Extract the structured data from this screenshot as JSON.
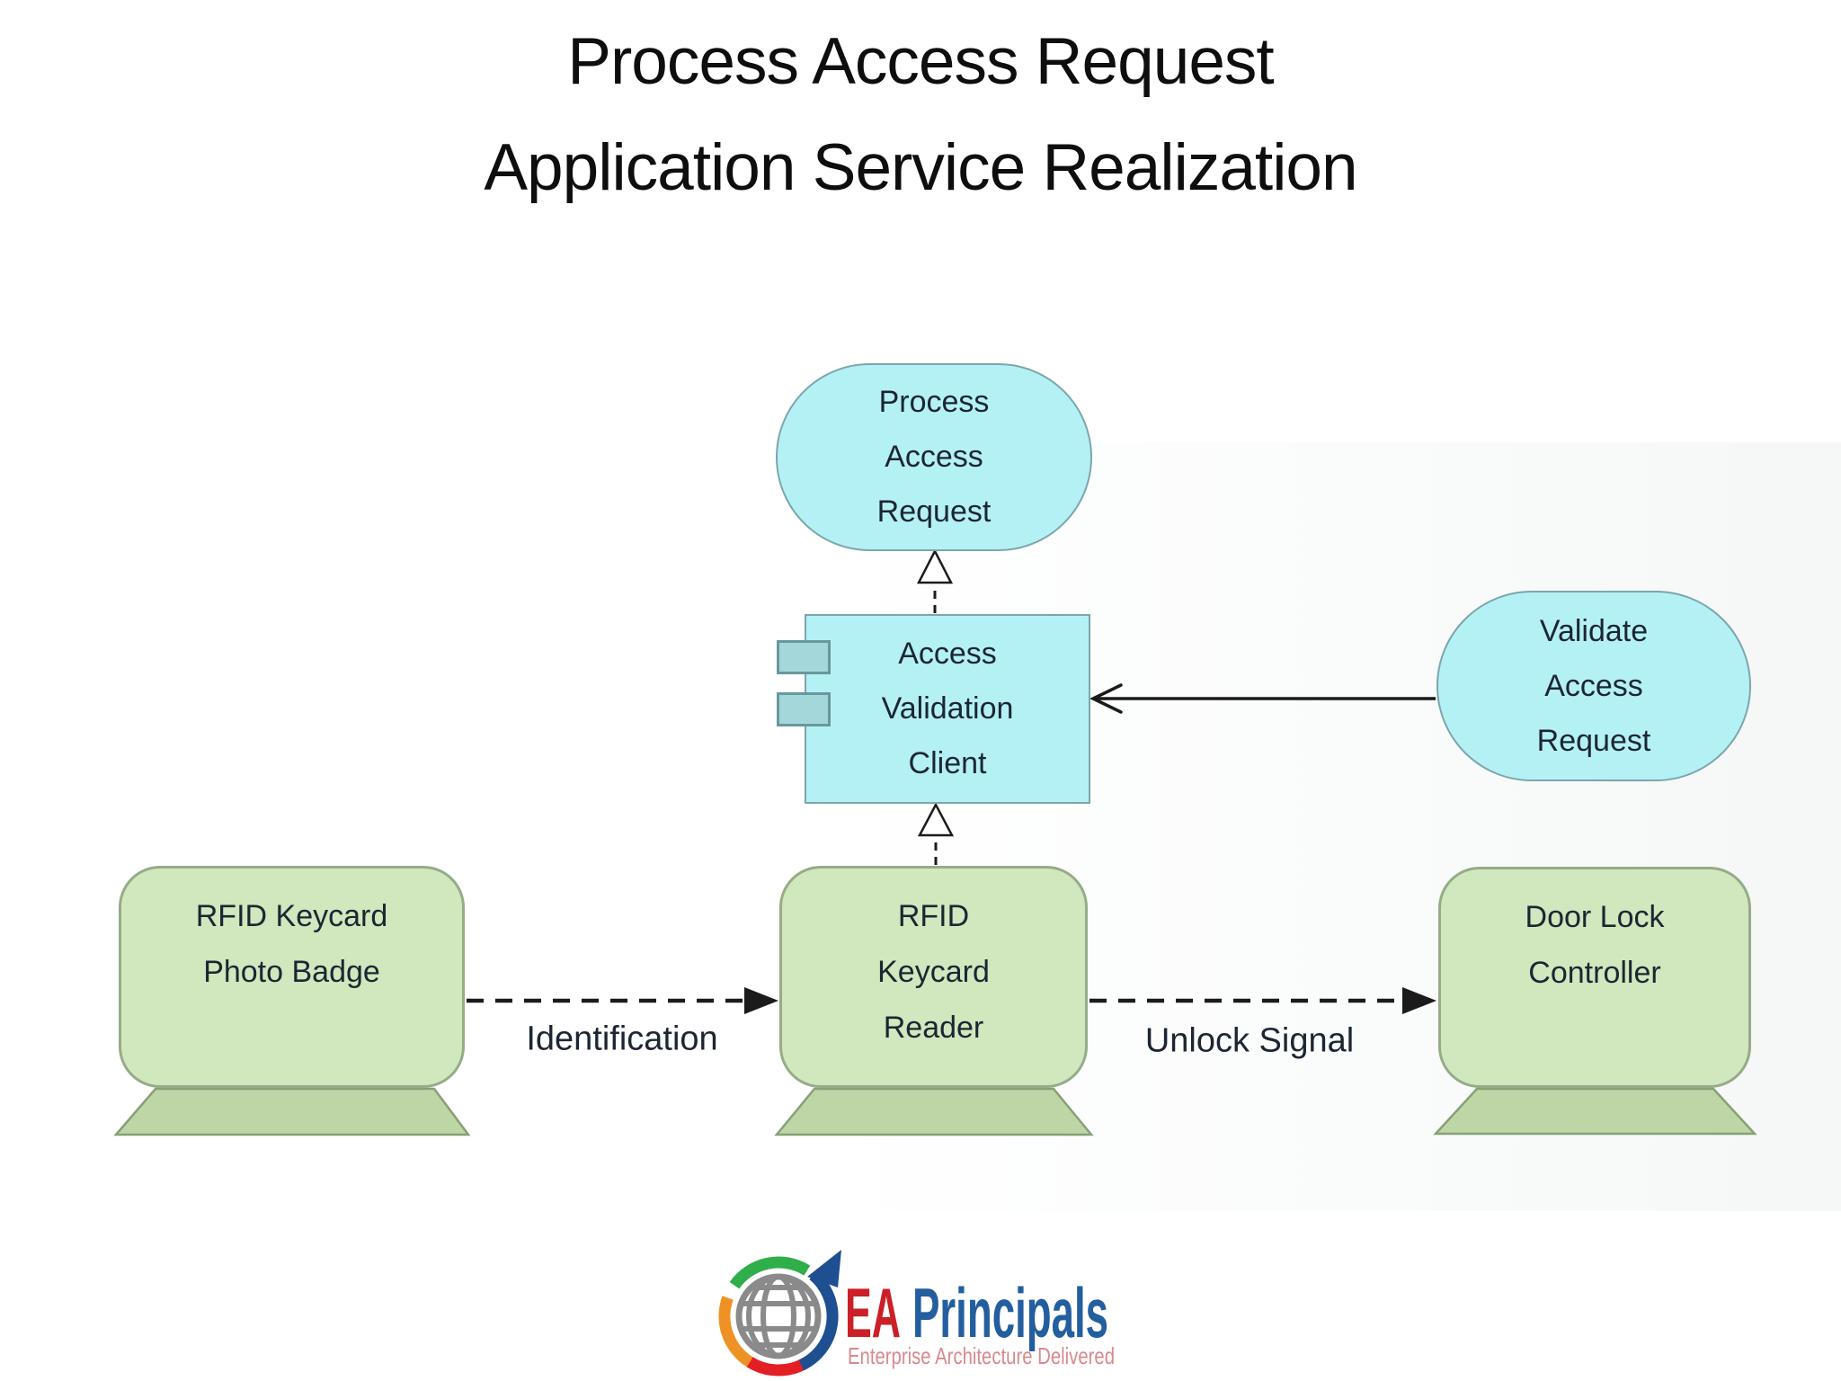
{
  "slide": {
    "title": {
      "line1": "Process Access Request",
      "line2": "Application Service Realization"
    }
  },
  "diagram": {
    "nodes": {
      "process_access_request": {
        "kind": "application-service",
        "line1": "Process",
        "line2": "Access",
        "line3": "Request"
      },
      "access_validation_client": {
        "kind": "application-component",
        "line1": "Access",
        "line2": "Validation",
        "line3": "Client"
      },
      "validate_access_request": {
        "kind": "application-service",
        "line1": "Validate",
        "line2": "Access",
        "line3": "Request"
      },
      "rfid_keycard_photo_badge": {
        "kind": "device",
        "line1": "RFID Keycard",
        "line2": "Photo Badge"
      },
      "rfid_keycard_reader": {
        "kind": "device",
        "line1": "RFID",
        "line2": "Keycard",
        "line3": "Reader"
      },
      "door_lock_controller": {
        "kind": "device",
        "line1": "Door Lock",
        "line2": "Controller"
      }
    },
    "edges": {
      "identification": {
        "label": "Identification",
        "kind": "dashed-flow-arrow"
      },
      "unlock_signal": {
        "label": "Unlock Signal",
        "kind": "dashed-flow-arrow"
      },
      "realization_top": {
        "kind": "realization-hollow-triangle-dashed"
      },
      "realization_bottom": {
        "kind": "realization-hollow-triangle-dashed"
      },
      "serving": {
        "kind": "solid-open-arrow"
      }
    },
    "colors": {
      "service_fill": "#b4f1f5",
      "component_fill": "#b4f1f5",
      "component_port_fill": "#a4d7da",
      "cyan_border": "#7ba6ad",
      "device_fill": "#d1e7bd",
      "device_border": "#96ab87",
      "pedestal_fill": "#bed5a6",
      "node_text": "#1c2633",
      "edge_line": "#1b1b1b"
    }
  },
  "logo": {
    "brand_primary": "EA",
    "brand_secondary": "Principals",
    "tagline": "Enterprise Architecture Delivered",
    "colors": {
      "brand_primary": "#cb2027",
      "brand_secondary": "#235e9e",
      "tagline": "#d9898d",
      "globe": "#8a8a8a",
      "arc_orange": "#ef9226",
      "arc_green": "#2fae49",
      "arc_red": "#e31e24",
      "arc_blue": "#1d4f91"
    }
  }
}
